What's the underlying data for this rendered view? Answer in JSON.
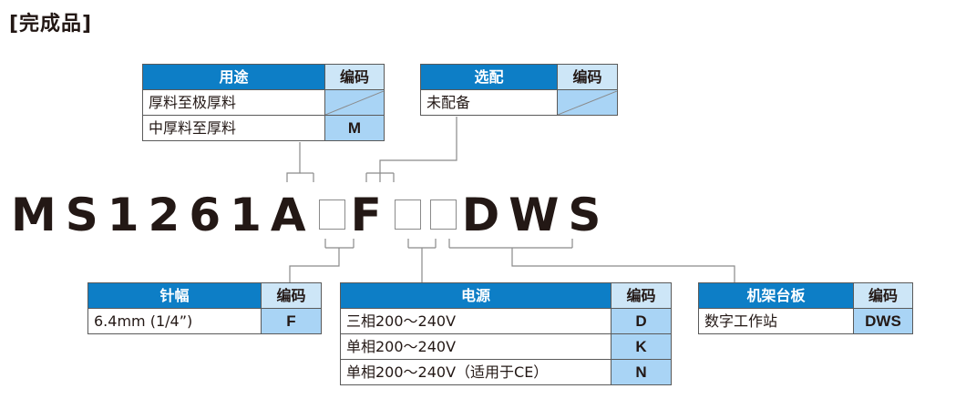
{
  "heading": "[完成品]",
  "model": {
    "prefix": "MS1261A",
    "f": "F",
    "suffix": "DWS"
  },
  "purpose_table": {
    "header": "用途",
    "code_header": "编码",
    "rows": [
      {
        "value": "厚料至极厚料",
        "code": ""
      },
      {
        "value": "中厚料至厚料",
        "code": "M"
      }
    ]
  },
  "option_table": {
    "header": "选配",
    "code_header": "编码",
    "rows": [
      {
        "value": "未配备",
        "code": ""
      }
    ]
  },
  "needle_table": {
    "header": "针幅",
    "code_header": "编码",
    "rows": [
      {
        "value": "6.4mm (1/4”)",
        "code": "F"
      }
    ]
  },
  "power_table": {
    "header": "电源",
    "code_header": "编码",
    "rows": [
      {
        "value": "三相200～240V",
        "code": "D"
      },
      {
        "value": "单相200～240V",
        "code": "K"
      },
      {
        "value": "单相200～240V（适用于CE）",
        "code": "N"
      }
    ]
  },
  "stand_table": {
    "header": "机架台板",
    "code_header": "编码",
    "rows": [
      {
        "value": "数字工作站",
        "code": "DWS"
      }
    ]
  },
  "colors": {
    "header_blue": "#0d7ec6",
    "code_blue": "#a9d4f5"
  }
}
